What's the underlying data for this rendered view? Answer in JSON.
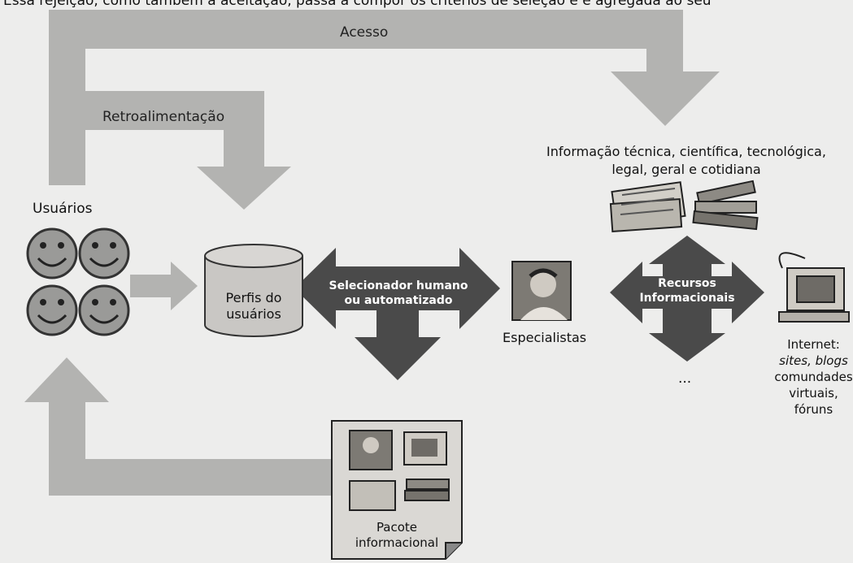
{
  "top_caption": "Essa rejeição, como também a aceitação, passa a compor os critérios de seleção e é agregada ao seu",
  "arrows": {
    "access": "Acesso",
    "feedback": "Retroalimentação"
  },
  "users": {
    "label": "Usuários",
    "count": 4
  },
  "profiles": {
    "line1": "Perfis do",
    "line2": "usuários"
  },
  "selector": {
    "line1": "Selecionador humano",
    "line2": "ou automatizado"
  },
  "specialists": {
    "label": "Especialistas"
  },
  "information": {
    "line1": "Informação técnica, científica, tecnológica,",
    "line2": "legal, geral e cotidiana"
  },
  "resources": {
    "line1": "Recursos",
    "line2": "Informacionais"
  },
  "internet": {
    "line1": "Internet:",
    "line2": "sites, blogs",
    "line3": "comundades",
    "line4": "virtuais,",
    "line5": "fóruns"
  },
  "ellipsis": "...",
  "package": {
    "line1": "Pacote",
    "line2": "informacional"
  },
  "colors": {
    "arrow_light": "#b0b0ae",
    "arrow_dark": "#4a4a4a",
    "face": "#9a9a98",
    "cylinder": "#c9c7c4",
    "background": "#ededec"
  }
}
